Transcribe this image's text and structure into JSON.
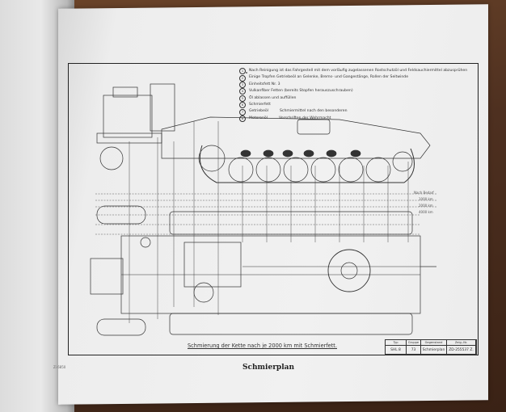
{
  "legend": {
    "items": [
      {
        "symbol": "1",
        "text": "Nach Reinigung ist das Fahrgestell mit dem vorläufig zugelassenen Rostschutzöl und Feldsauchiermittel abzusprühen"
      },
      {
        "symbol": "2",
        "text": "Einige Tropfen Getriebeöl an Gelenke, Brems- und Gangestänge, Rollen der Seitwinde"
      },
      {
        "symbol": "3",
        "text": "Einheitsfett Nr. 3"
      },
      {
        "symbol": "4",
        "text": "Vulkanfiber Fetten (bereits Stopfen herauszuschrauben)"
      },
      {
        "symbol": "5",
        "text": "Öl ablassen und auffüllen"
      },
      {
        "symbol": "6",
        "text": "Schmierfett"
      },
      {
        "symbol": "7",
        "text": "Getriebeöl",
        "note": "Schmiermittel nach den besonderen"
      },
      {
        "symbol": "8",
        "text": "Motorenöl",
        "note": "Vorschriften der Wehrmacht"
      }
    ]
  },
  "side_labels": {
    "right_top": "Nach Bedarf",
    "right_1": "1000 km",
    "right_2": "2000 km",
    "right_3": "4000 km"
  },
  "caption": "Schmierung der Kette nach je 2000 km mit Schmierfett.",
  "title_block": {
    "headers": [
      "Typ",
      "Gruppe",
      "Gegenstand",
      "Zeig.-Nr."
    ],
    "values": [
      "SHL 8",
      "73",
      "Schmierplan",
      "ZD-255537 Z."
    ]
  },
  "page_title": "Schmierplan",
  "page_code": "Zi 6850"
}
